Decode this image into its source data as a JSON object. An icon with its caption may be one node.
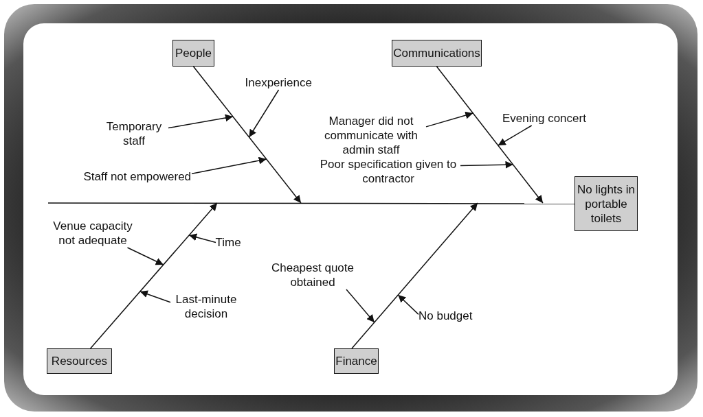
{
  "diagram": {
    "nodes": [
      {
        "text": [
          "People"
        ]
      },
      {
        "text": [
          "Communications"
        ]
      },
      {
        "text": [
          "Temporary staff"
        ]
      },
      {
        "text": [
          "Inexperience"
        ]
      },
      {
        "text": [
          "Staff not empowered"
        ]
      },
      {
        "text": [
          "Manager did not communicate with admin staff"
        ]
      },
      {
        "text": [
          "Evening concert"
        ]
      },
      {
        "text": [
          "Poor specification given to contractor"
        ]
      },
      {
        "text": [
          "No lights in portable toilets"
        ]
      },
      {
        "text": [
          "Venue capacity not adequate"
        ]
      },
      {
        "text": [
          "Time"
        ]
      },
      {
        "text": [
          "Cheapest quote obtained"
        ]
      },
      {
        "text": [
          "Last-minute decision"
        ]
      },
      {
        "text": [
          "No budget"
        ]
      },
      {
        "text": [
          "Resources"
        ]
      },
      {
        "text": [
          "Finance"
        ]
      }
    ],
    "edges": [
      {
        "from": null,
        "to": 8,
        "arrow": "none"
      },
      {
        "from": 0,
        "to": null,
        "arrow": "to"
      },
      {
        "from": 1,
        "to": null,
        "arrow": "to"
      },
      {
        "from": 14,
        "to": null,
        "arrow": "to"
      },
      {
        "from": 15,
        "to": null,
        "arrow": "to"
      },
      {
        "from": 2,
        "to": null,
        "arrow": "to"
      },
      {
        "from": 3,
        "to": null,
        "arrow": "to"
      },
      {
        "from": 4,
        "to": null,
        "arrow": "to"
      },
      {
        "from": 5,
        "to": null,
        "arrow": "to"
      },
      {
        "from": 6,
        "to": null,
        "arrow": "to"
      },
      {
        "from": 7,
        "to": null,
        "arrow": "to"
      },
      {
        "from": 9,
        "to": null,
        "arrow": "to"
      },
      {
        "from": 10,
        "to": null,
        "arrow": "to"
      },
      {
        "from": 11,
        "to": null,
        "arrow": "to"
      },
      {
        "from": 12,
        "to": null,
        "arrow": "to"
      },
      {
        "from": 13,
        "to": null,
        "arrow": "to"
      }
    ]
  }
}
